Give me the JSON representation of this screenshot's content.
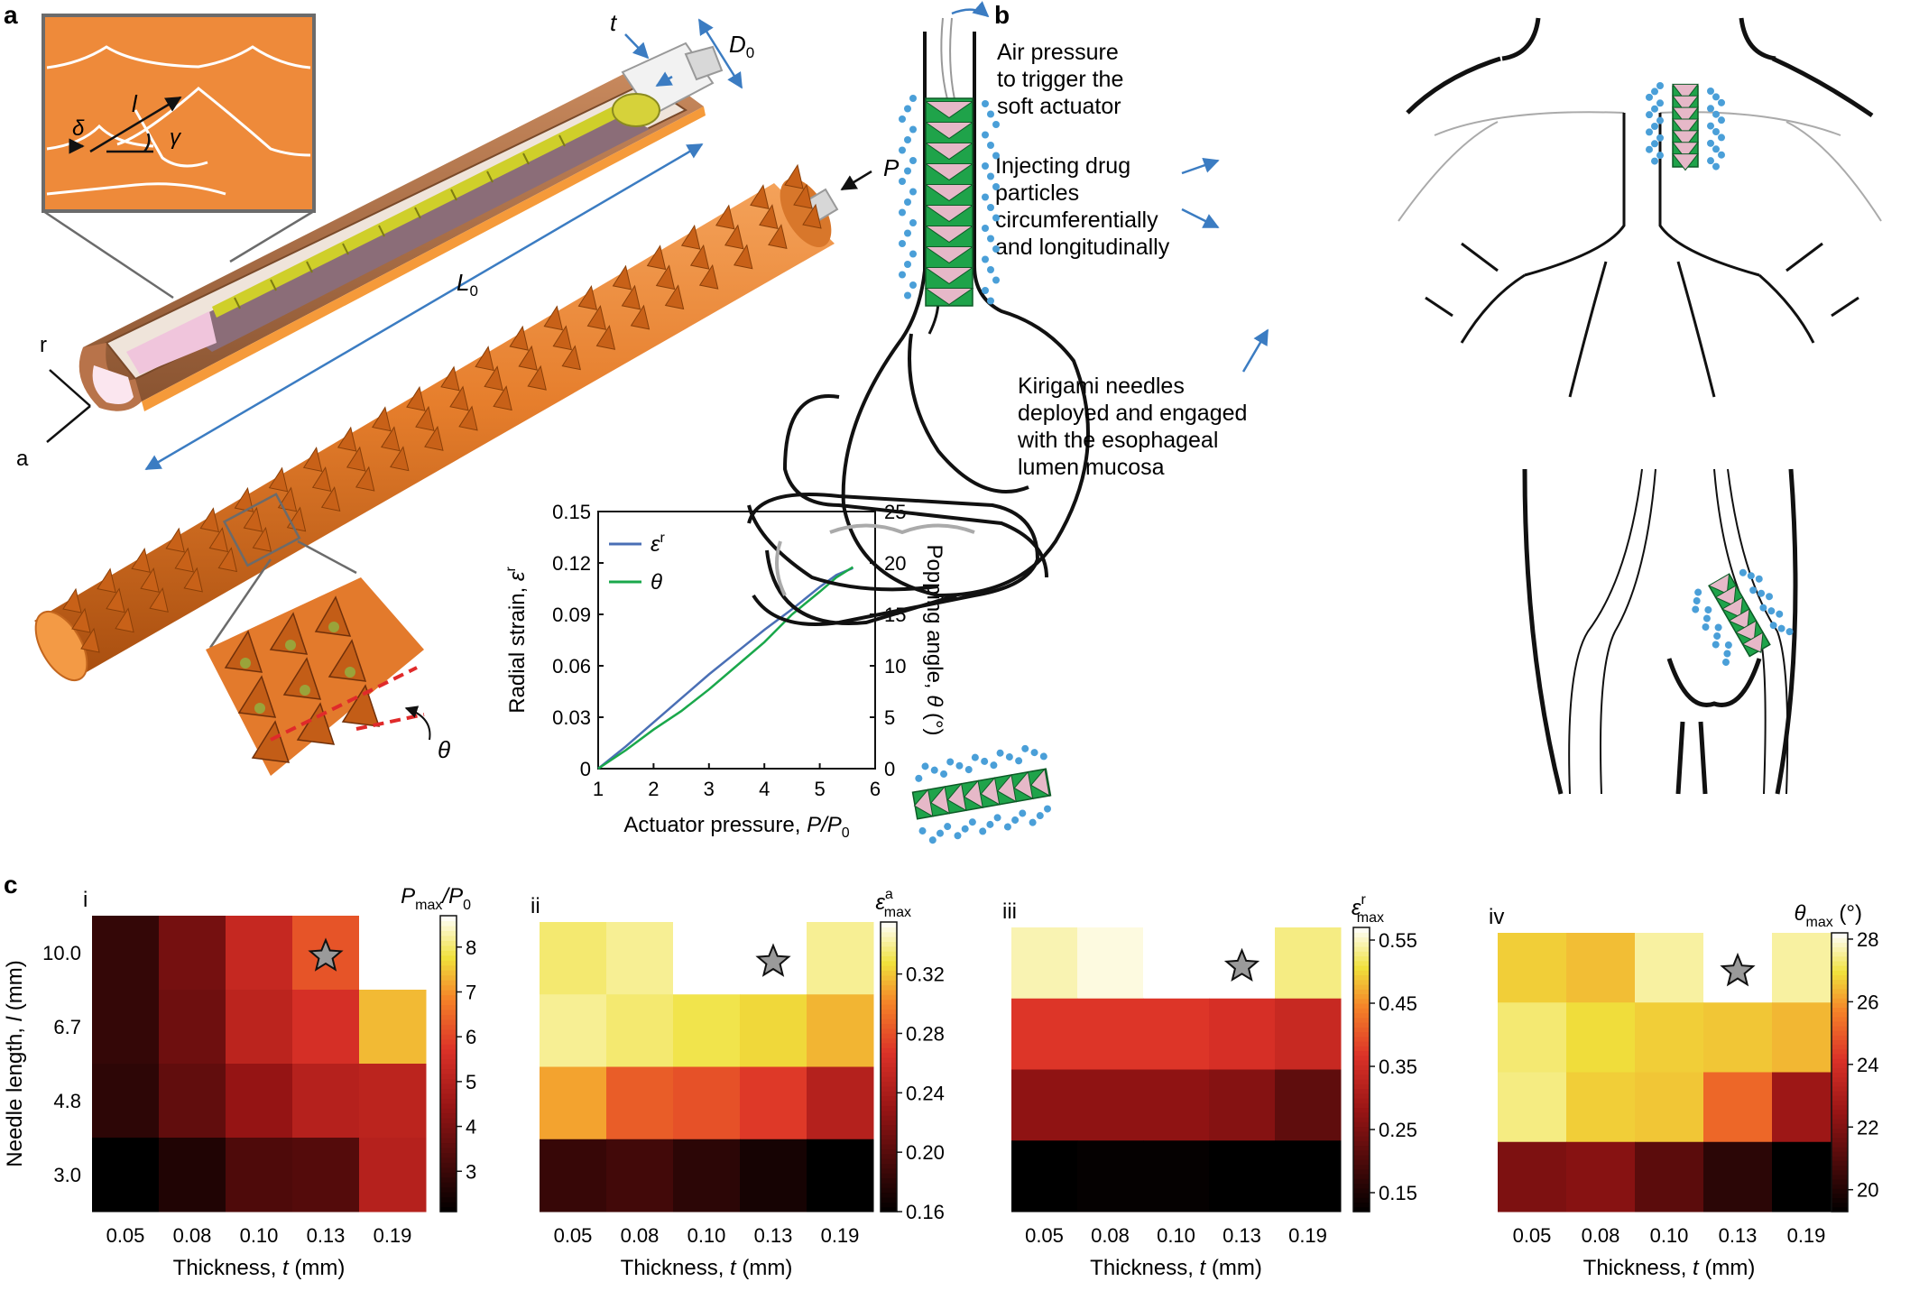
{
  "panels": {
    "a": "a",
    "b": "b",
    "c": "c"
  },
  "panel_a": {
    "inset_symbols": {
      "delta": "δ",
      "l": "l",
      "gamma": "γ"
    },
    "dims": {
      "t": "t",
      "D0": "D",
      "D0_sub": "0",
      "P": "P",
      "L0": "L",
      "L0_sub": "0"
    },
    "axes_ra": {
      "r": "r",
      "a": "a"
    },
    "theta": "θ"
  },
  "panel_b": {
    "callouts": {
      "air": [
        "Air pressure",
        "to trigger the",
        "soft actuator"
      ],
      "inject": [
        "Injecting drug",
        "particles",
        "circumferentially",
        "and longitudinally"
      ],
      "kirigami": [
        "Kirigami needles",
        "deployed and engaged",
        "with the esophageal",
        "lumen mucosa"
      ]
    },
    "colors": {
      "actuator": "#1fa34a",
      "particles": "#4a9fd8",
      "organ": "#111111"
    }
  },
  "chart_data": [
    {
      "type": "line",
      "id": "a-strain-angle",
      "xlabel": "Actuator pressure, P/P0",
      "ylabel_left": "Radial strain, ε^r",
      "ylabel_right": "Popping angle, θ (°)",
      "xlim": [
        1,
        6
      ],
      "ylim_left": [
        0,
        0.15
      ],
      "ylim_right": [
        0,
        25
      ],
      "x_ticks": [
        "1",
        "2",
        "3",
        "4",
        "5",
        "6"
      ],
      "y_ticks_left": [
        "0",
        "0.03",
        "0.06",
        "0.09",
        "0.12",
        "0.15"
      ],
      "y_ticks_right": [
        "0",
        "5",
        "10",
        "15",
        "20",
        "25"
      ],
      "legend_position": "top-left",
      "series": [
        {
          "name": "ε^r",
          "color": "#4a6fb5",
          "axis": "left",
          "x": [
            1,
            1.5,
            2,
            2.5,
            3,
            3.5,
            4,
            4.5,
            5,
            5.3,
            5.6
          ],
          "y": [
            0,
            0.013,
            0.027,
            0.041,
            0.055,
            0.068,
            0.081,
            0.093,
            0.106,
            0.113,
            0.117
          ]
        },
        {
          "name": "θ",
          "color": "#1aa84b",
          "axis": "right",
          "x": [
            1,
            1.5,
            2,
            2.5,
            3,
            3.5,
            4,
            4.5,
            5,
            5.3,
            5.6
          ],
          "y": [
            0,
            1.8,
            3.8,
            5.6,
            7.7,
            10.0,
            12.3,
            15.0,
            17.2,
            18.6,
            19.6
          ]
        }
      ]
    },
    {
      "type": "heatmap",
      "id": "c-i",
      "label": "i",
      "xlabel": "Thickness, t (mm)",
      "ylabel": "Needle length, l (mm)",
      "x_categories": [
        "0.05",
        "0.08",
        "0.10",
        "0.13",
        "0.19"
      ],
      "y_categories": [
        "10.0",
        "6.7",
        "4.8",
        "3.0"
      ],
      "colorbar": {
        "title": "P",
        "title_sub": "max",
        "title_tail": "/P",
        "title_tail_sub": "0",
        "ticks": [
          "3",
          "4",
          "5",
          "6",
          "7",
          "8"
        ],
        "range": [
          2.1,
          8.7
        ]
      },
      "star": {
        "row": 0,
        "col": 3
      },
      "values": [
        [
          2.9,
          3.9,
          5.3,
          6.2,
          8.7
        ],
        [
          2.9,
          3.8,
          5.1,
          5.6,
          7.4
        ],
        [
          2.8,
          3.6,
          4.4,
          5.0,
          5.1
        ],
        [
          2.1,
          2.6,
          3.3,
          3.4,
          5.0
        ]
      ]
    },
    {
      "type": "heatmap",
      "id": "c-ii",
      "label": "ii",
      "xlabel": "Thickness, t (mm)",
      "ylabel": "",
      "x_categories": [
        "0.05",
        "0.08",
        "0.10",
        "0.13",
        "0.19"
      ],
      "y_categories": [
        "10.0",
        "6.7",
        "4.8",
        "3.0"
      ],
      "colorbar": {
        "title": "ε",
        "title_sup": "a",
        "title_sub": "max",
        "ticks": [
          "0.16",
          "0.20",
          "0.24",
          "0.28",
          "0.32"
        ],
        "range": [
          0.16,
          0.355
        ]
      },
      "star": {
        "row": 0,
        "col": 3
      },
      "values": [
        [
          0.335,
          0.34,
          0.355,
          0.355,
          0.34
        ],
        [
          0.34,
          0.335,
          0.33,
          0.325,
          0.315
        ],
        [
          0.31,
          0.285,
          0.28,
          0.27,
          0.245
        ],
        [
          0.185,
          0.19,
          0.18,
          0.17,
          0.16
        ]
      ]
    },
    {
      "type": "heatmap",
      "id": "c-iii",
      "label": "iii",
      "xlabel": "Thickness, t (mm)",
      "ylabel": "",
      "x_categories": [
        "0.05",
        "0.08",
        "0.10",
        "0.13",
        "0.19"
      ],
      "y_categories": [
        "10.0",
        "6.7",
        "4.8",
        "3.0"
      ],
      "colorbar": {
        "title": "ε",
        "title_sup": "r",
        "title_sub": "max",
        "ticks": [
          "0.15",
          "0.25",
          "0.35",
          "0.45",
          "0.55"
        ],
        "range": [
          0.12,
          0.57
        ]
      },
      "star": {
        "row": 0,
        "col": 3
      },
      "values": [
        [
          0.545,
          0.56,
          0.57,
          0.57,
          0.53
        ],
        [
          0.37,
          0.37,
          0.37,
          0.36,
          0.34
        ],
        [
          0.27,
          0.27,
          0.27,
          0.26,
          0.22
        ],
        [
          0.12,
          0.125,
          0.125,
          0.12,
          0.12
        ]
      ]
    },
    {
      "type": "heatmap",
      "id": "c-iv",
      "label": "iv",
      "xlabel": "Thickness, t (mm)",
      "ylabel": "",
      "x_categories": [
        "0.05",
        "0.08",
        "0.10",
        "0.13",
        "0.19"
      ],
      "y_categories": [
        "10.0",
        "6.7",
        "4.8",
        "3.0"
      ],
      "colorbar": {
        "title": "θ",
        "title_sub": "max",
        "title_tail": " (°)",
        "ticks": [
          "20",
          "22",
          "24",
          "26",
          "28"
        ],
        "range": [
          19.3,
          28.2
        ]
      },
      "star": {
        "row": 0,
        "col": 3
      },
      "values": [
        [
          26.7,
          26.5,
          27.6,
          28.2,
          27.6
        ],
        [
          27.3,
          26.9,
          26.7,
          26.6,
          26.4
        ],
        [
          27.4,
          26.7,
          26.6,
          25.2,
          22.6
        ],
        [
          21.9,
          22.1,
          21.2,
          20.2,
          19.3
        ]
      ]
    }
  ]
}
